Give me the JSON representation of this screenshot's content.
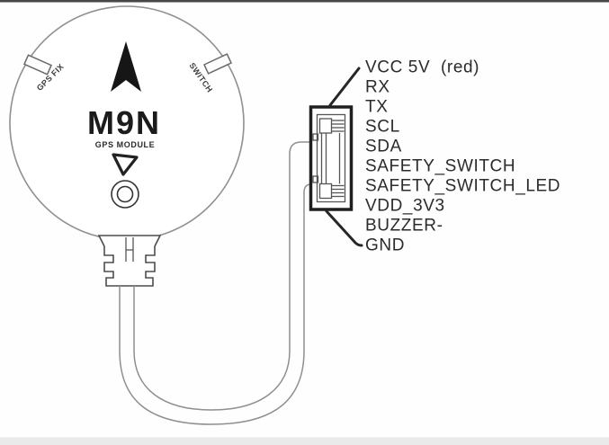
{
  "module": {
    "name": "M9N",
    "subtitle": "GPS MODULE",
    "leds": [
      {
        "label": "GPS FIX"
      },
      {
        "label": "SWITCH"
      }
    ]
  },
  "pinout": {
    "labels": [
      "VCC 5V  (red)",
      "RX",
      "TX",
      "SCL",
      "SDA",
      "SAFETY_SWITCH",
      "SAFETY_SWITCH_LED",
      "VDD_3V3",
      "BUZZER-",
      "GND"
    ]
  },
  "icons": {
    "north_arrow": "north-arrow",
    "mount_triangle": "triangle-outline",
    "button_ring": "double-ring"
  },
  "colors": {
    "background": "#fefefe",
    "line_gray": "#8f8f8f",
    "dark": "#262626",
    "text": "#2b2b2b",
    "top_border": "#474747",
    "bottom_strip": "#eaeaea"
  }
}
